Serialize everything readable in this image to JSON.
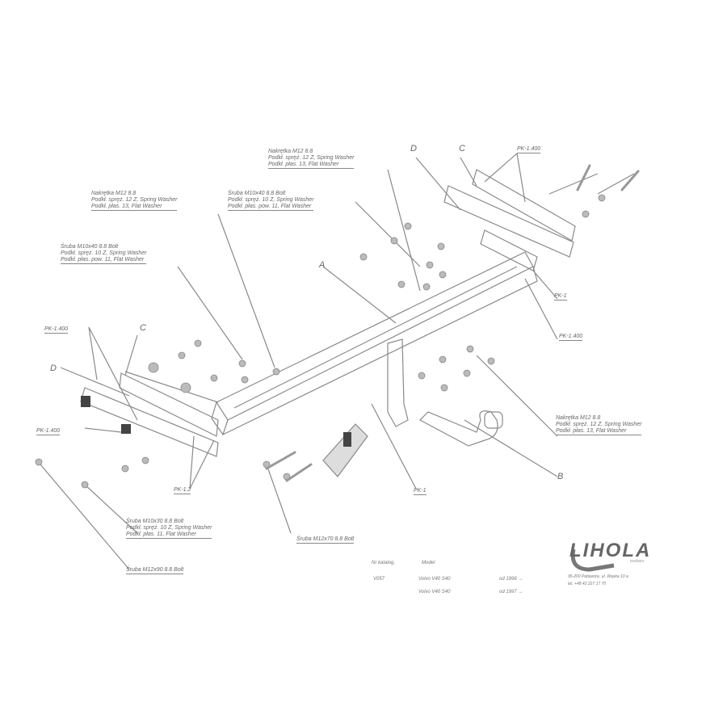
{
  "drawing": {
    "title": "Towbar exploded assembly drawing",
    "callouts": {
      "top_center": [
        "Nakrętka M12 8.8",
        "Podkł. spręż. 12 Z, Spring Washer",
        "Podkł. płas. 13, Flat Washer"
      ],
      "top_left_1": [
        "Nakrętka M12 8.8",
        "Podkł. spręż. 12 Z, Spring Washer",
        "Podkł. płas. 13, Flat Washer"
      ],
      "top_left_2": [
        "Śruba M10x40 8.8  Bolt",
        "Podkł. spręż. 10 Z, Spring Washer",
        "Podkł. płas. pow. 11, Flat Washer"
      ],
      "upper_mid": [
        "Śruba M10x40 8.8  Bolt",
        "Podkł. spręż. 10 Z, Spring Washer",
        "Podkł. płas. pow. 11, Flat Washer"
      ],
      "right_mid": [
        "Nakrętka M12 8.8",
        "Podkł. spręż. 12 Z, Spring Washer",
        "Podkł. płas. 13, Flat Washer"
      ],
      "bottom_left": [
        "Śruba M10x30 8.8  Bolt",
        "Podkł. spręż. 10 Z, Spring Washer",
        "Podkł. płas. 11, Flat Washer"
      ],
      "bottom_left_2": "Śruba M12x90 8.8  Bolt",
      "bottom_center": "Śruba M12x70 8.8  Bolt"
    },
    "part_refs": {
      "pk1_top": "PK-1.400",
      "pk_right1": "PK-1",
      "pk_right2": "PK-1.400",
      "pk_left_top": "PK-1.400",
      "pk_left_mid": "PK-1.400",
      "pk_left_bottom": "PK-1.2",
      "pk_center_bottom": "PK-1"
    },
    "letters": {
      "A": "A",
      "B": "B",
      "C1": "C",
      "D1": "D",
      "C2": "C",
      "D2": "D"
    }
  },
  "title_block": {
    "col1_header": "Nr katalog.",
    "col2_header": "Model",
    "code": "V057",
    "rows": [
      {
        "model": "Volvo V40 S40",
        "year": "od 1996 →"
      },
      {
        "model": "Volvo V40 S40",
        "year": "od 1997 →"
      }
    ]
  },
  "brand": {
    "name": "LIHOLA",
    "tagline": "towbars",
    "address_line1": "95-200 Pabianice, ul. Wąska 10 a",
    "address_line2": "tel. +48 42 227 17 70"
  }
}
